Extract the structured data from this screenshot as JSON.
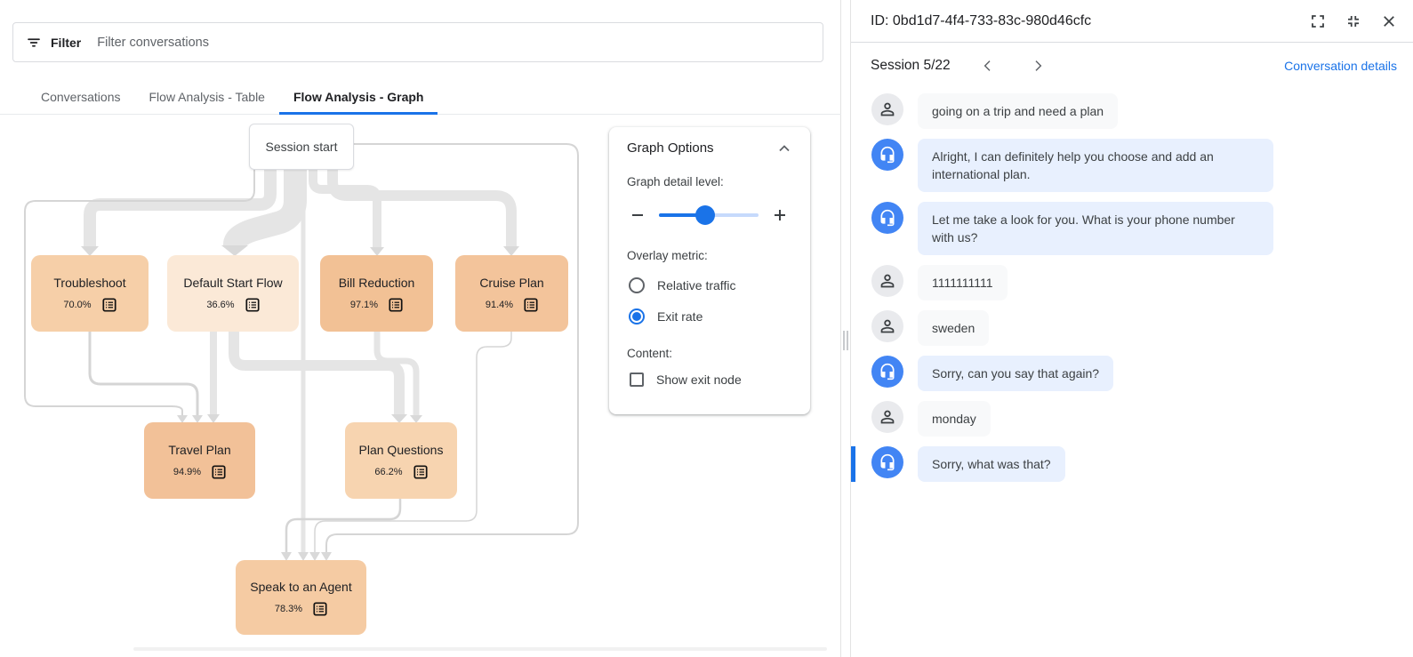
{
  "filter_bar": {
    "label": "Filter",
    "placeholder": "Filter conversations"
  },
  "tabs": {
    "items": [
      {
        "label": "Conversations",
        "active": false
      },
      {
        "label": "Flow Analysis - Table",
        "active": false
      },
      {
        "label": "Flow Analysis - Graph",
        "active": true
      }
    ]
  },
  "graph": {
    "start_node": {
      "label": "Session start"
    },
    "overlay_metric": "Exit rate",
    "nodes": [
      {
        "id": "troubleshoot",
        "label": "Troubleshoot",
        "exit_rate": "70.0%",
        "color": "#f6cfa8"
      },
      {
        "id": "default-start-flow",
        "label": "Default Start Flow",
        "exit_rate": "36.6%",
        "color": "#fbe9d7"
      },
      {
        "id": "bill-reduction",
        "label": "Bill Reduction",
        "exit_rate": "97.1%",
        "color": "#f2c195"
      },
      {
        "id": "cruise-plan",
        "label": "Cruise Plan",
        "exit_rate": "91.4%",
        "color": "#f3c49b"
      },
      {
        "id": "travel-plan",
        "label": "Travel Plan",
        "exit_rate": "94.9%",
        "color": "#f2c198"
      },
      {
        "id": "plan-questions",
        "label": "Plan Questions",
        "exit_rate": "66.2%",
        "color": "#f7d4b0"
      },
      {
        "id": "speak-to-an-agent",
        "label": "Speak to an Agent",
        "exit_rate": "78.3%",
        "color": "#f5cba3"
      }
    ]
  },
  "graph_options": {
    "title": "Graph Options",
    "detail_level_label": "Graph detail level:",
    "slider": {
      "value_fraction": 0.46,
      "accent": "#1a73e8",
      "track_rest": "#c6dafc"
    },
    "overlay_metric_label": "Overlay metric:",
    "overlay_options": [
      {
        "label": "Relative traffic",
        "selected": false
      },
      {
        "label": "Exit rate",
        "selected": true
      }
    ],
    "content_label": "Content:",
    "content_options": [
      {
        "label": "Show exit node",
        "checked": false
      }
    ]
  },
  "detail_panel": {
    "title": "ID: 0bd1d7-4f4-733-83c-980d46cfc",
    "session_label": "Session 5/22",
    "details_link": "Conversation details",
    "messages": [
      {
        "role": "user",
        "text": "going on a trip and need a plan"
      },
      {
        "role": "agent",
        "text": "Alright, I can definitely help you choose and add an international plan."
      },
      {
        "role": "agent",
        "text": "Let me take a look for you. What is your phone number with us?"
      },
      {
        "role": "user",
        "text": "1111111111"
      },
      {
        "role": "user",
        "text": "sweden"
      },
      {
        "role": "agent",
        "text": "Sorry, can you say that again?"
      },
      {
        "role": "user",
        "text": "monday"
      },
      {
        "role": "agent",
        "text": "Sorry, what was that?",
        "highlighted": true
      }
    ]
  },
  "colors": {
    "accent": "#1a73e8",
    "agent_avatar": "#4285f4",
    "agent_bubble": "#e8f0fe",
    "user_bubble": "#f8f9fa",
    "edge_band": "#e5e5e5",
    "edge_thin": "#d5d5d5"
  }
}
